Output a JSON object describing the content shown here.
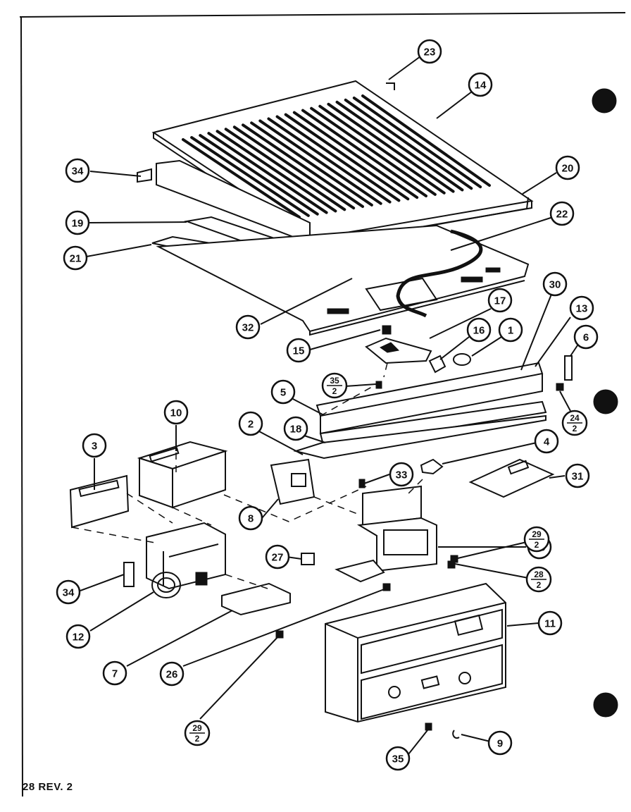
{
  "page": {
    "revision_note": "28 REV. 2"
  },
  "callouts": [
    {
      "id": "c23",
      "label": "23"
    },
    {
      "id": "c14",
      "label": "14"
    },
    {
      "id": "c34a",
      "label": "34"
    },
    {
      "id": "c20",
      "label": "20"
    },
    {
      "id": "c19",
      "label": "19"
    },
    {
      "id": "c22",
      "label": "22"
    },
    {
      "id": "c21",
      "label": "21"
    },
    {
      "id": "c30",
      "label": "30"
    },
    {
      "id": "c13",
      "label": "13"
    },
    {
      "id": "c17",
      "label": "17"
    },
    {
      "id": "c32",
      "label": "32"
    },
    {
      "id": "c16",
      "label": "16"
    },
    {
      "id": "c1",
      "label": "1"
    },
    {
      "id": "c6",
      "label": "6"
    },
    {
      "id": "c15",
      "label": "15"
    },
    {
      "id": "c5",
      "label": "5"
    },
    {
      "id": "c10",
      "label": "10"
    },
    {
      "id": "c2",
      "label": "2"
    },
    {
      "id": "c18",
      "label": "18"
    },
    {
      "id": "c3",
      "label": "3"
    },
    {
      "id": "c4",
      "label": "4"
    },
    {
      "id": "c33",
      "label": "33"
    },
    {
      "id": "c31",
      "label": "31"
    },
    {
      "id": "c8",
      "label": "8"
    },
    {
      "id": "c27",
      "label": "27"
    },
    {
      "id": "c25",
      "label": "25"
    },
    {
      "id": "c34b",
      "label": "34"
    },
    {
      "id": "c11",
      "label": "11"
    },
    {
      "id": "c12",
      "label": "12"
    },
    {
      "id": "c7",
      "label": "7"
    },
    {
      "id": "c26",
      "label": "26"
    },
    {
      "id": "c35b",
      "label": "35"
    },
    {
      "id": "c9",
      "label": "9"
    }
  ],
  "fraction_callouts": [
    {
      "id": "f35",
      "top": "35",
      "bottom": "2"
    },
    {
      "id": "f24",
      "top": "24",
      "bottom": "2"
    },
    {
      "id": "f29a",
      "top": "29",
      "bottom": "2"
    },
    {
      "id": "f28",
      "top": "28",
      "bottom": "2"
    },
    {
      "id": "f29b",
      "top": "29",
      "bottom": "2"
    }
  ]
}
